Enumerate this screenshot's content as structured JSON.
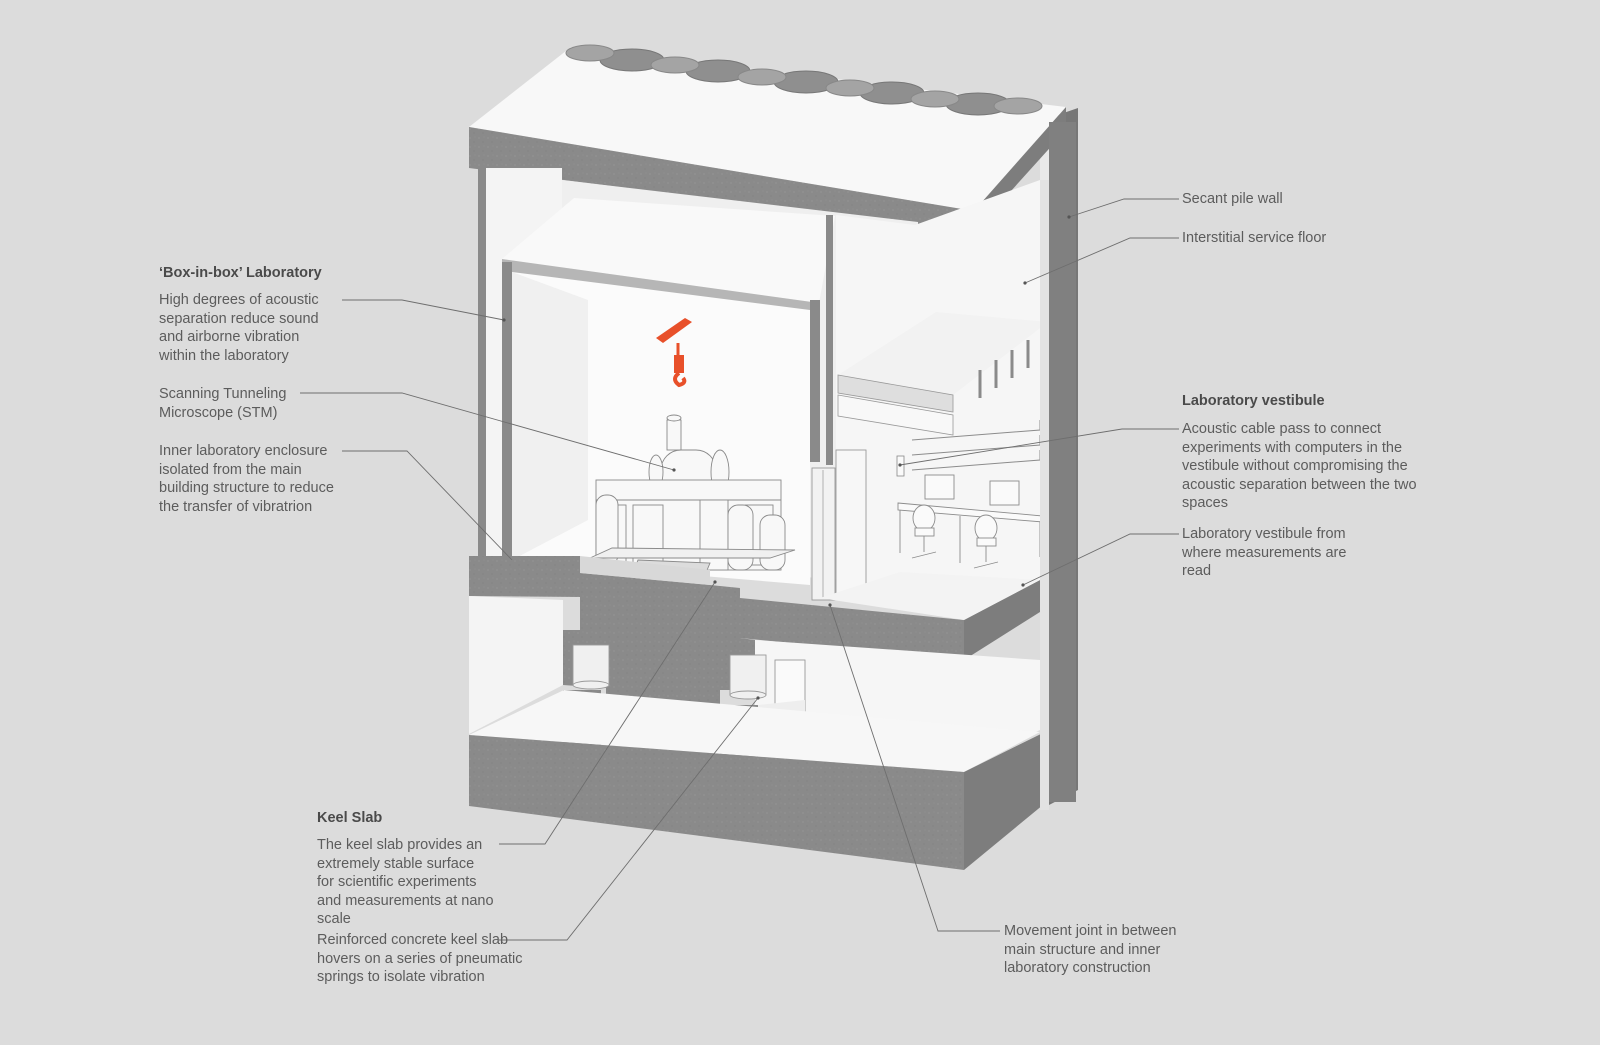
{
  "colors": {
    "background": "#dcdcdc",
    "concrete": "#8a8a8a",
    "concrete_dark": "#777777",
    "slab_top": "#f7f7f7",
    "interior": "#f1f1f1",
    "crane_accent": "#e8502a",
    "leader_line": "#6e6e6e"
  },
  "labels": {
    "secant_pile_wall": "Secant pile wall",
    "interstitial_floor": "Interstitial service floor",
    "box_lab_title": "‘Box-in-box’ Laboratory",
    "box_lab_desc": "High degrees of acoustic separation reduce sound and airborne vibration within the laboratory",
    "stm": "Scanning Tunneling Microscope (STM)",
    "inner_enclosure": "Inner laboratory enclosure isolated from the main building structure to reduce the transfer of vibratrion",
    "vestibule_title": "Laboratory vestibule",
    "cable_pass": "Acoustic cable pass to connect experiments with computers in the vestibule without compromising the acoustic separation between the two spaces",
    "vestibule_read": "Laboratory vestibule from where measurements are read",
    "keel_title": "Keel Slab",
    "keel_desc": "The keel slab provides an extremely stable surface for scientific experiments and measurements at nano scale",
    "keel_springs": "Reinforced concrete keel slab hovers on a series of pneumatic springs to isolate vibration",
    "movement_joint": "Movement joint in between main structure and inner laboratory construction"
  }
}
